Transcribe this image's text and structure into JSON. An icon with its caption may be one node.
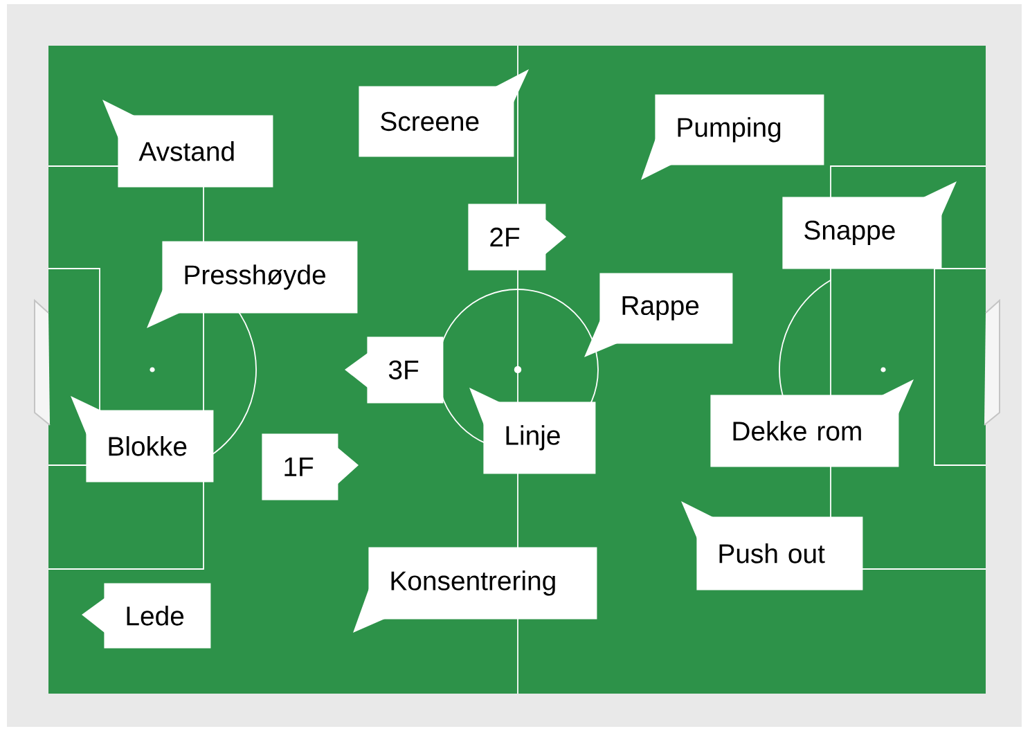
{
  "diagram": {
    "nodes": [
      {
        "text": [
          "Avstand"
        ]
      },
      {
        "text": [
          "Screene"
        ]
      },
      {
        "text": [
          "Pumping"
        ]
      },
      {
        "text": [
          "2F"
        ]
      },
      {
        "text": [
          "Snappe"
        ]
      },
      {
        "text": [
          "Presshøyde"
        ]
      },
      {
        "text": [
          "Rappe"
        ]
      },
      {
        "text": [
          "3F"
        ]
      },
      {
        "text": [
          "Blokke"
        ]
      },
      {
        "text": [
          "Linje"
        ]
      },
      {
        "text": [
          "Dekke rom"
        ]
      },
      {
        "text": [
          "1F"
        ]
      },
      {
        "text": [
          "Push out"
        ]
      },
      {
        "text": [
          "Konsentrering"
        ]
      },
      {
        "text": [
          "Lede"
        ]
      }
    ]
  }
}
